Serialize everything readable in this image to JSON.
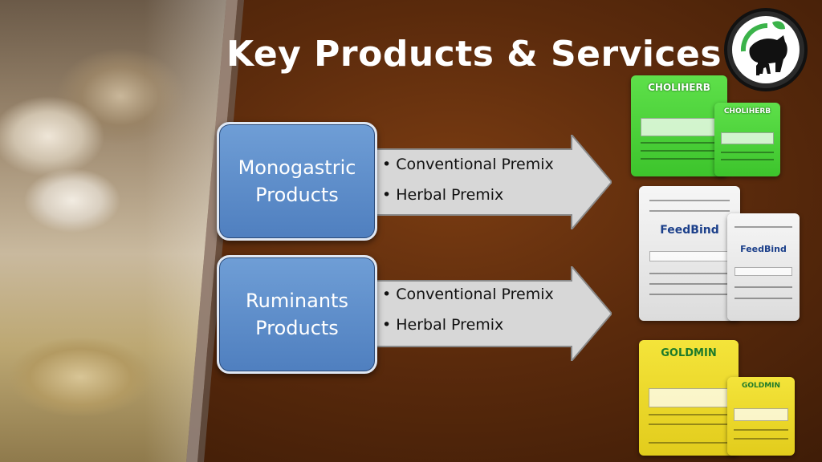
{
  "title": "Key Products & Services",
  "categories": [
    {
      "line1": "Monogastric",
      "line2": "Products",
      "items": [
        "Conventional Premix",
        "Herbal Premix"
      ]
    },
    {
      "line1": "Ruminants",
      "line2": "Products",
      "items": [
        "Conventional Premix",
        "Herbal Premix"
      ]
    }
  ],
  "products": [
    {
      "name": "CHOLIHERB",
      "color": "#4fd43a"
    },
    {
      "name": "FeedBind",
      "color": "#f0f0f0"
    },
    {
      "name": "GOLDMIN",
      "color": "#ecd82a"
    }
  ],
  "logo": {
    "icon": "animal-leaf-logo-icon"
  },
  "colors": {
    "background": "#5a2a0c",
    "box_fill": "#5f8fcb",
    "arrow_fill": "#d7d7d7"
  }
}
